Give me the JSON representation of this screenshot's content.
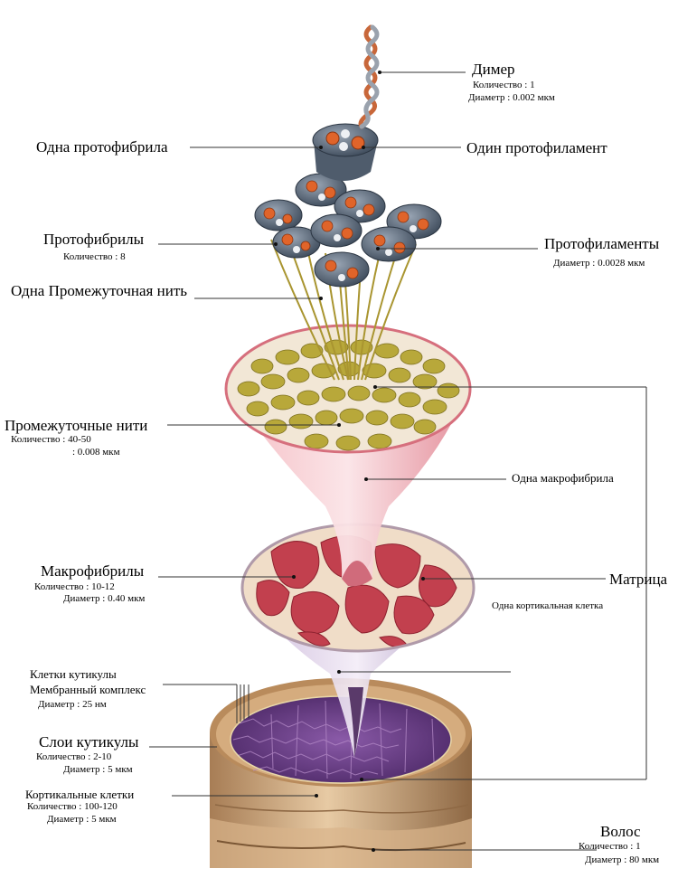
{
  "labels": {
    "dimer": {
      "title": "Димер",
      "count": "Количество :  1",
      "diameter": "Диаметр : 0.002   мкм"
    },
    "one_protofibril": "Одна протофибрила",
    "one_protofilament": "Один протофиламент",
    "protofibrils": {
      "title": "Протофибрилы",
      "count": "Количество : 8"
    },
    "protofilaments": {
      "title": "Протофиламенты",
      "diameter": "Диаметр : 0.0028 мкм"
    },
    "one_intermediate_filament": "Одна Промежуточная нить",
    "intermediate_filaments": {
      "title": "Промежуточные нити",
      "count": "Количество :  40-50",
      "diameter": ":  0.008 мкм"
    },
    "one_macrofibril": "Одна макрофибрила",
    "macrofibrils": {
      "title": "Макрофибрилы",
      "count": "Количество :  10-12",
      "diameter": "Диаметр :  0.40 мкм"
    },
    "matrix": "Матрица",
    "one_cortical_cell": "Одна кортикальная клетка",
    "cuticle_cells": "Клетки кутикулы",
    "membrane_complex": {
      "title": "Мембранный комплекс",
      "diameter": "Диаметр :  25 нм"
    },
    "cuticle_layers": {
      "title": "Слои кутикулы",
      "count": "Количество :   2-10",
      "diameter": "Диаметр : 5 мкм"
    },
    "cortical_cells": {
      "title": "Кортикальные клетки",
      "count": "Количество :   100-120",
      "diameter": "Диаметр :  5 мкм"
    },
    "hair": {
      "title": "Волос",
      "count": "Количество : 1",
      "diameter": "Диаметр :  80  мкм"
    }
  },
  "colors": {
    "line": "#333333",
    "dimer_rope": "#c8673a",
    "protofibril_disc": "#5a6878",
    "protofilament_dot": "#e0642a",
    "filament_olive": "#b8a83a",
    "cone_pink": "#e89aa3",
    "macrofibril_red": "#c2404e",
    "cortex_purple": "#6a3f86",
    "cuticle_tan": "#c9a27a"
  }
}
